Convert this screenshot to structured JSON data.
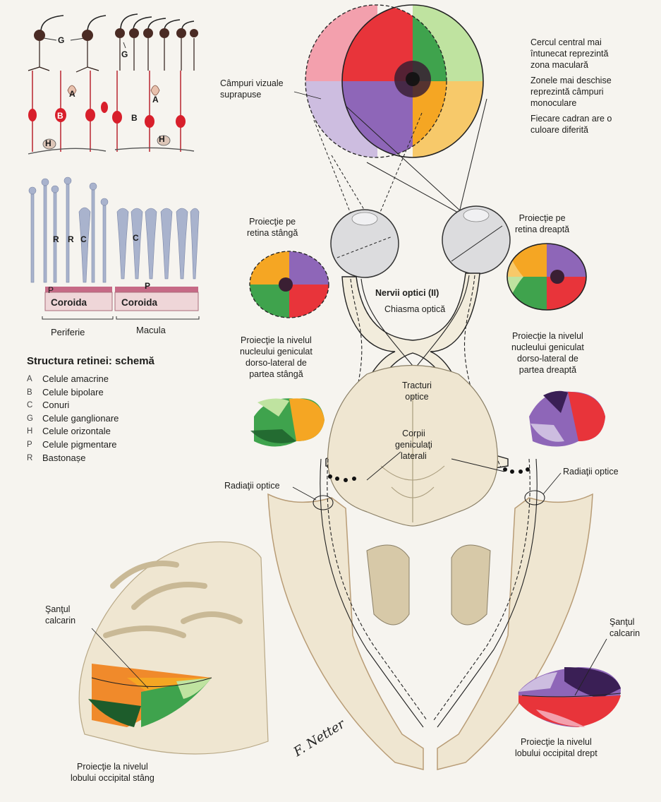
{
  "retina": {
    "title": "Structura retinei: schemă",
    "letters": {
      "G": "G",
      "A": "A",
      "B": "B",
      "H": "H",
      "C": "C",
      "R": "R",
      "P": "P"
    },
    "choroid_label": "Coroida",
    "periphery_label": "Periferie",
    "macula_label": "Macula",
    "legend": [
      {
        "key": "A",
        "text": "Celule amacrine"
      },
      {
        "key": "B",
        "text": "Celule bipolare"
      },
      {
        "key": "C",
        "text": "Conuri"
      },
      {
        "key": "G",
        "text": "Celule ganglionare"
      },
      {
        "key": "H",
        "text": "Celule orizontale"
      },
      {
        "key": "P",
        "text": "Celule pigmentare"
      },
      {
        "key": "R",
        "text": "Bastonașe"
      }
    ]
  },
  "labels": {
    "overlapping_fields": [
      "Câmpuri vizuale",
      "suprapuse"
    ],
    "central_circle": [
      "Cercul central mai",
      "întunecat reprezintă",
      "zona maculară"
    ],
    "lighter_zones": [
      "Zonele mai deschise",
      "reprezintă câmpuri",
      "monoculare"
    ],
    "quadrant_colors": [
      "Fiecare cadran are o",
      "culoare diferită"
    ],
    "left_retina": [
      "Proiecţie pe",
      "retina stângă"
    ],
    "right_retina": [
      "Proiecţie pe",
      "retina dreaptă"
    ],
    "optic_nerves": "Nervii optici (II)",
    "optic_chiasm": "Chiasma optică",
    "left_geniculate": [
      "Proiecţie la nivelul",
      "nucleului geniculat",
      "dorso-lateral de",
      "partea stângă"
    ],
    "right_geniculate": [
      "Proiecţie la nivelul",
      "nucleului geniculat",
      "dorso-lateral de",
      "partea dreaptă"
    ],
    "optic_tracts": [
      "Tracturi",
      "optice"
    ],
    "lateral_geniculate": [
      "Corpii",
      "geniculaţi",
      "laterali"
    ],
    "optic_radiations_left": "Radiaţii optice",
    "optic_radiations_right": "Radiaţii optice",
    "calcarine_left": [
      "Şanţul",
      "calcarin"
    ],
    "calcarine_right": [
      "Şanţul",
      "calcarin"
    ],
    "left_occipital": [
      "Proiecţie la nivelul",
      "lobului occipital stâng"
    ],
    "right_occipital": [
      "Proiecţie la nivelul",
      "lobului occipital drept"
    ]
  },
  "signature": "F. Netter",
  "colors": {
    "red": "#e8343a",
    "green": "#3fa34d",
    "orange": "#f5a623",
    "purple": "#8e66b8",
    "pink_light": "#f3a0ad",
    "green_light": "#bfe3a0",
    "lilac_light": "#cdbde0",
    "rod_blue": "#a9b3cd",
    "bipolar_red": "#d81f2b",
    "ganglion_brown": "#4a2b24",
    "brain_cream": "#efe6d1"
  }
}
